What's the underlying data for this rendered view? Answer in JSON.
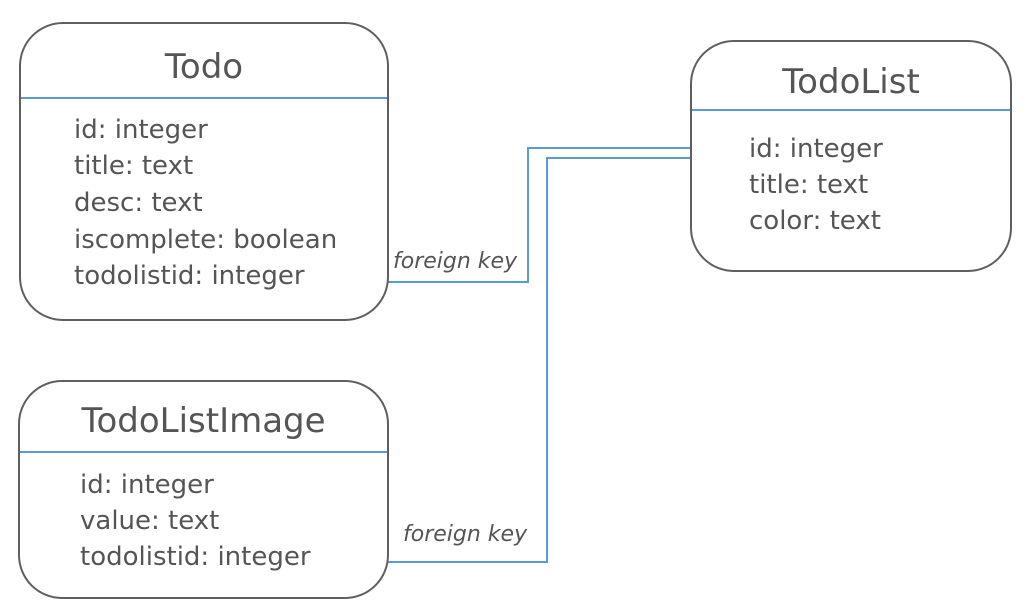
{
  "entities": {
    "todo": {
      "name": "Todo",
      "fields": [
        "id: integer",
        "title: text",
        "desc: text",
        "iscomplete: boolean",
        "todolistid: integer"
      ]
    },
    "todolist": {
      "name": "TodoList",
      "fields": [
        "id: integer",
        "title: text",
        "color: text"
      ]
    },
    "todolistimage": {
      "name": "TodoListImage",
      "fields": [
        "id: integer",
        "value: text",
        "todolistid: integer"
      ]
    }
  },
  "relations": {
    "todo_fk_label": "foreign key",
    "image_fk_label": "foreign key"
  },
  "colors": {
    "connector": "#5b9bd5",
    "border": "#5f5f5f",
    "text": "#555555"
  }
}
